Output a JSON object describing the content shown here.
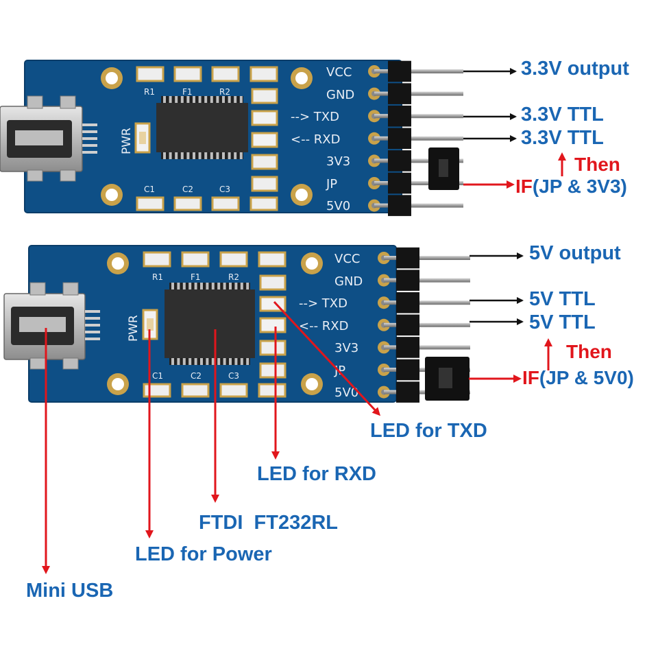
{
  "colors": {
    "board": "#0e4f86",
    "board_edge": "#0a3d69",
    "label_blue": "#1a66b3",
    "label_red": "#e1161c",
    "arrow_black": "#111111",
    "pin_gold": "#c9a24a",
    "led_white": "#f2f2f2"
  },
  "board1": {
    "pins": [
      "VCC",
      "GND",
      "--> TXD",
      "<-- RXD",
      "3V3",
      "JP",
      "5V0"
    ],
    "components": [
      "R1",
      "F1",
      "R2",
      "C1",
      "C2",
      "C3"
    ],
    "pwr": "PWR",
    "annotations": {
      "vcc": "3.3V output",
      "txd": "3.3V TTL",
      "rxd": "3.3V TTL",
      "then": "Then",
      "if_word": "IF",
      "if_cond": "(JP & 3V3)"
    }
  },
  "board2": {
    "pins": [
      "VCC",
      "GND",
      "--> TXD",
      "<-- RXD",
      "3V3",
      "JP",
      "5V0"
    ],
    "components": [
      "R1",
      "F1",
      "R2",
      "C1",
      "C2",
      "C3"
    ],
    "pwr": "PWR",
    "annotations": {
      "vcc": "5V output",
      "txd": "5V TTL",
      "rxd": "5V TTL",
      "then": "Then",
      "if_word": "IF",
      "if_cond": "(JP & 5V0)"
    }
  },
  "callouts": {
    "led_txd": "LED for TXD",
    "led_rxd": "LED for RXD",
    "chip": "FTDI  FT232RL",
    "led_power": "LED for Power",
    "mini_usb": "Mini USB"
  }
}
